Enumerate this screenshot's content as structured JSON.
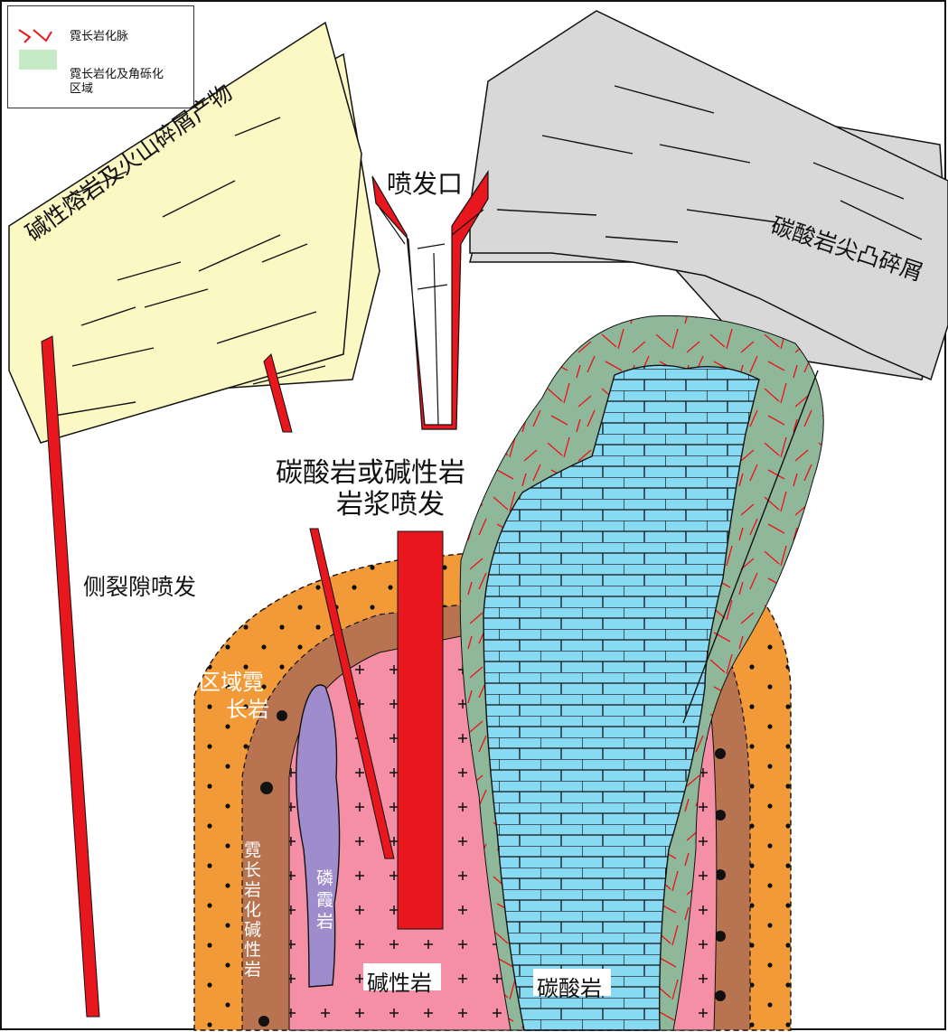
{
  "legend": {
    "fenite_vein": "霓长岩化脉",
    "fenite_zone_line1": "霓长岩化及角砾化",
    "fenite_zone_line2": "区域"
  },
  "labels": {
    "vent": "喷发口",
    "alkaline_lava": "碱性熔岩及火山碎屑产物",
    "carbonatite_breccia": "碳酸岩尖凸碎屑",
    "eruption_line1": "碳酸岩或碱性岩",
    "eruption_line2": "岩浆喷发",
    "fissure": "侧裂隙喷发",
    "regional_fenite_line1": "区域霓",
    "regional_fenite_line2": "长岩",
    "fenitized_alkaline": [
      "霓",
      "长",
      "岩",
      "化",
      "碱",
      "性",
      "岩"
    ],
    "ijolite": [
      "磷",
      "霞",
      "岩"
    ],
    "alkaline_rock": "碱性岩",
    "carbonatite": "碳酸岩"
  },
  "colors": {
    "lava": "#fcf8c3",
    "breccia": "#d8d8d8",
    "red": "#e8171e",
    "orange": "#f39a38",
    "brown": "#b87350",
    "pink": "#f48fa5",
    "purple": "#9e8ccc",
    "green_zone": "#8fb89a",
    "blue": "#88d9f2"
  }
}
